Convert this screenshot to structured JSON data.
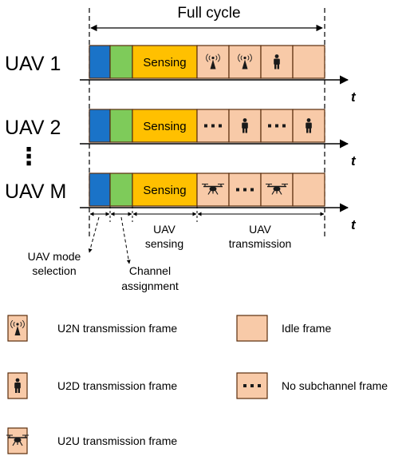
{
  "header": {
    "full_cycle": "Full cycle"
  },
  "colors": {
    "mode": "#1a73c8",
    "channel": "#7ecb5a",
    "sensing": "#ffc000",
    "frame": "#f8caa8",
    "frame_stroke": "#5a2d0c",
    "icon": "#1a1a1a"
  },
  "rows": [
    {
      "label": "UAV 1",
      "sensing_label": "Sensing",
      "frames": [
        "u2n-icon",
        "u2n-icon",
        "u2d-icon",
        "idle"
      ]
    },
    {
      "label": "UAV 2",
      "sensing_label": "Sensing",
      "frames": [
        "no-subchannel",
        "u2d-icon",
        "no-subchannel",
        "u2d-icon"
      ]
    },
    {
      "label": "UAV M",
      "sensing_label": "Sensing",
      "frames": [
        "u2u-icon",
        "no-subchannel",
        "u2u-icon",
        "idle"
      ]
    }
  ],
  "ellipsis": "⋮",
  "time_label": "t",
  "phases": {
    "uav_sensing": [
      "UAV",
      "sensing"
    ],
    "uav_transmission": [
      "UAV",
      "transmission"
    ],
    "mode_selection": [
      "UAV mode",
      "selection"
    ],
    "channel_assignment": [
      "Channel",
      "assignment"
    ]
  },
  "legend": {
    "u2n": "U2N transmission frame",
    "u2d": "U2D transmission frame",
    "u2u": "U2U transmission frame",
    "idle": "Idle frame",
    "no_subchannel": "No subchannel frame"
  }
}
